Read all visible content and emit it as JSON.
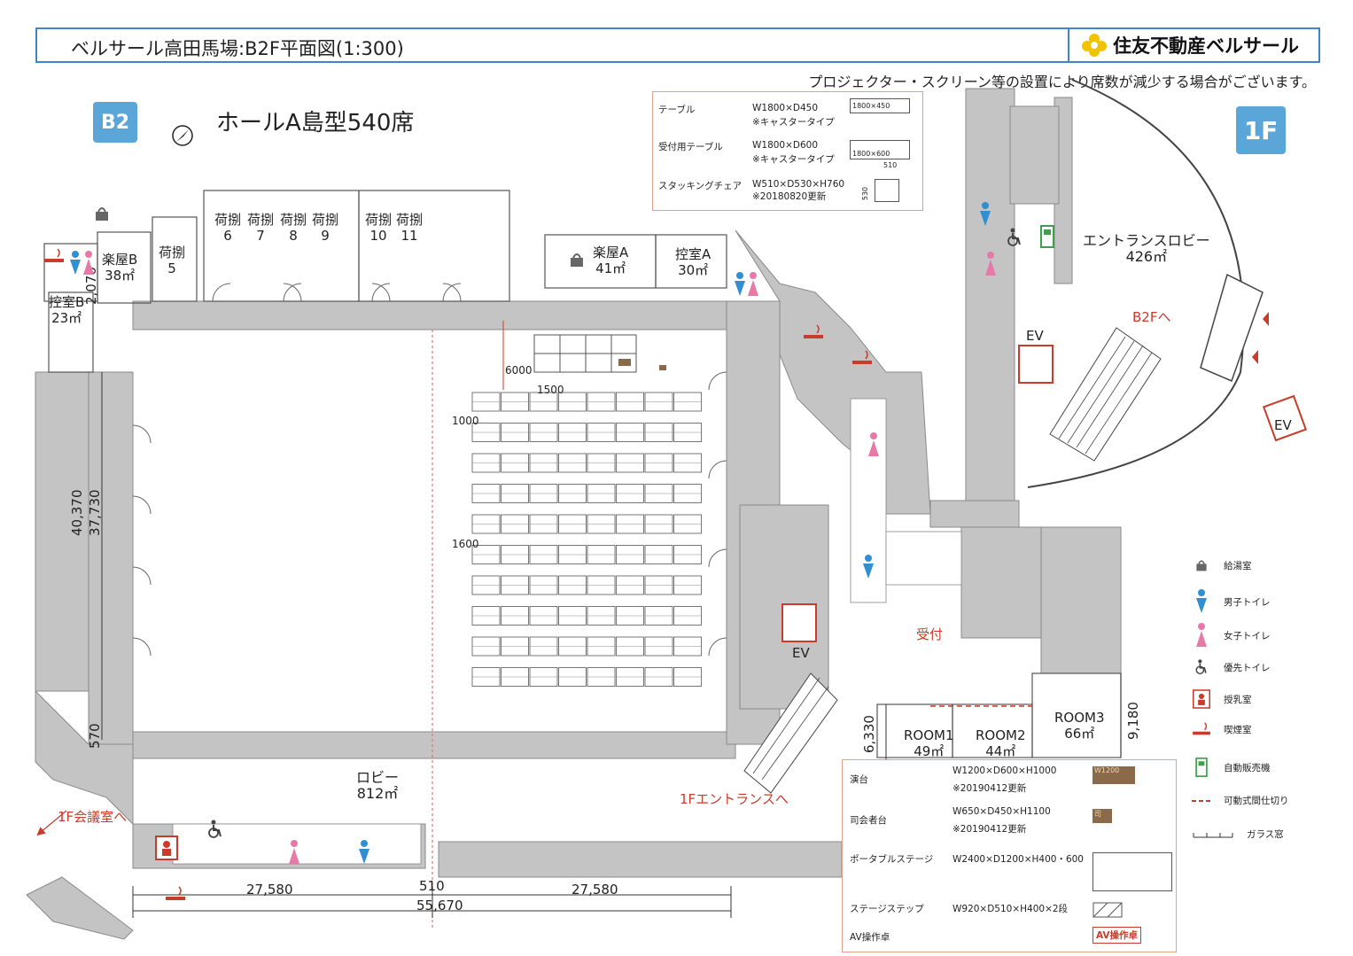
{
  "header": {
    "title": "ベルサール高田馬場:B2F平面図(1:300)",
    "brand": "住友不動産ベルサール"
  },
  "notice": "プロジェクター・スクリーン等の設置により席数が減少する場合がございます。",
  "badges": {
    "b2": "B2",
    "f1": "1F"
  },
  "plan_title": "ホールA島型540席",
  "rooms": {
    "gakuya_b": "楽屋B",
    "gakuya_b_area": "38㎡",
    "hikae_b": "控室B",
    "hikae_b_area": "23㎡",
    "nibyaku_5": "荷捌",
    "nibyaku_5_num": "5",
    "nibyaku_6": "荷捌",
    "nibyaku_6_num": "6",
    "nibyaku_7": "荷捌",
    "nibyaku_7_num": "7",
    "nibyaku_8": "荷捌",
    "nibyaku_8_num": "8",
    "nibyaku_9": "荷捌",
    "nibyaku_9_num": "9",
    "nibyaku_10": "荷捌",
    "nibyaku_10_num": "10",
    "nibyaku_11": "荷捌",
    "nibyaku_11_num": "11",
    "gakuya_a": "楽屋A",
    "gakuya_a_area": "41㎡",
    "hikae_a": "控室A",
    "hikae_a_area": "30㎡",
    "lobby": "ロビー",
    "lobby_area": "812㎡",
    "entrance_lobby": "エントランスロビー",
    "entrance_lobby_area": "426㎡",
    "room1": "ROOM1",
    "room1_area": "49㎡",
    "room2": "ROOM2",
    "room2_area": "44㎡",
    "room3": "ROOM3",
    "room3_area": "66㎡",
    "ev1": "EV",
    "ev2": "EV",
    "ev3": "EV",
    "reception": "受付",
    "to_b2f": "B2Fへ",
    "to_1f_entrance": "1Fエントランスへ",
    "to_1f_meeting": "1F会議室へ"
  },
  "dimensions": {
    "d2070": "2,070",
    "d40370": "40,370",
    "d37730": "37,730",
    "d570": "570",
    "d27580a": "27,580",
    "d510": "510",
    "d27580b": "27,580",
    "d55670": "55,670",
    "d6330": "6,330",
    "d9180": "9,180",
    "d6000": "6000",
    "d1500": "1500",
    "d1000": "1000",
    "d1600": "1600"
  },
  "furniture_spec": {
    "table_label": "テーブル",
    "table_size": "W1800×D450",
    "table_note": "※キャスタータイプ",
    "table_tag": "1800×450",
    "reception_table_label": "受付用テーブル",
    "reception_table_size": "W1800×D600",
    "reception_table_note": "※キャスタータイプ",
    "reception_table_tag": "1800×600",
    "chair_label": "スタッキングチェア",
    "chair_size": "W510×D530×H760",
    "chair_note": "※20180820更新",
    "chair_w": "510",
    "chair_d": "530"
  },
  "stage_spec": {
    "podium_label": "演台",
    "podium_size": "W1200×D600×H1000",
    "podium_note": "※20190412更新",
    "podium_tag": "W1200",
    "mc_label": "司会者台",
    "mc_size": "W650×D450×H1100",
    "mc_note": "※20190412更新",
    "mc_tag": "司",
    "portable_label": "ポータブルステージ",
    "portable_size": "W2400×D1200×H400・600",
    "step_label": "ステージステップ",
    "step_size": "W920×D510×H400×2段",
    "av_label": "AV操作卓",
    "av_tag": "AV操作卓"
  },
  "legend": [
    {
      "icon": "kettle-icon",
      "label": "給湯室"
    },
    {
      "icon": "male-toilet-icon",
      "label": "男子トイレ"
    },
    {
      "icon": "female-toilet-icon",
      "label": "女子トイレ"
    },
    {
      "icon": "accessible-toilet-icon",
      "label": "優先トイレ"
    },
    {
      "icon": "nursing-room-icon",
      "label": "授乳室"
    },
    {
      "icon": "smoking-room-icon",
      "label": "喫煙室"
    },
    {
      "icon": "vending-machine-icon",
      "label": "自動販売機"
    },
    {
      "icon": "movable-partition-icon",
      "label": "可動式間仕切り"
    },
    {
      "icon": "glass-window-icon",
      "label": "ガラス窓"
    }
  ],
  "seating": {
    "rows": 10,
    "tables_per_row": 8
  },
  "colors": {
    "accent_blue": "#3f86c8",
    "badge_blue": "#5ba6d8",
    "wall_gray": "#bfbfbf",
    "male_blue": "#2f8fd0",
    "female_pink": "#e57aa8",
    "red": "#c93b2b",
    "green": "#3aa24a"
  }
}
